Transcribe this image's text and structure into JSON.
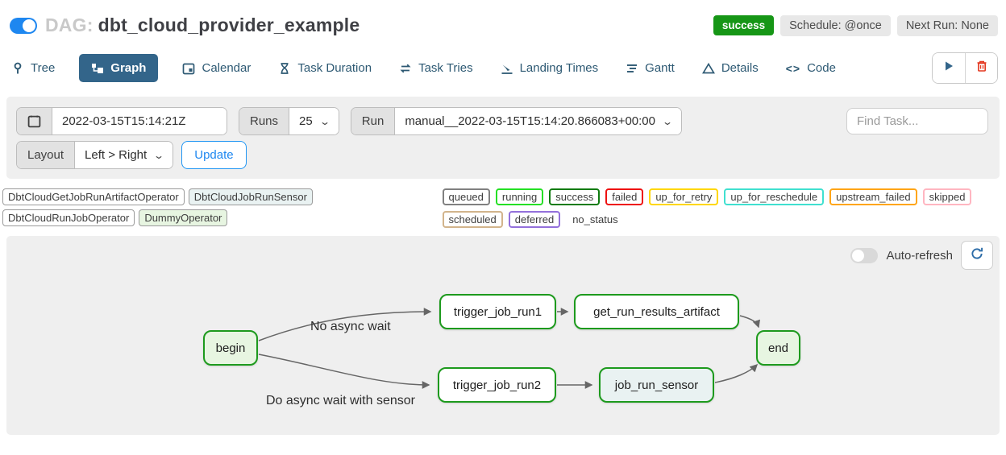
{
  "header": {
    "dag_prefix": "DAG:",
    "dag_title": "dbt_cloud_provider_example",
    "toggle_on": true,
    "status_badge": "success",
    "schedule_badge": "Schedule: @once",
    "next_run_badge": "Next Run: None"
  },
  "tabs": [
    {
      "label": "Tree",
      "active": false
    },
    {
      "label": "Graph",
      "active": true
    },
    {
      "label": "Calendar",
      "active": false
    },
    {
      "label": "Task Duration",
      "active": false
    },
    {
      "label": "Task Tries",
      "active": false
    },
    {
      "label": "Landing Times",
      "active": false
    },
    {
      "label": "Gantt",
      "active": false
    },
    {
      "label": "Details",
      "active": false
    },
    {
      "label": "Code",
      "active": false
    }
  ],
  "filters": {
    "execution_date": "2022-03-15T15:14:21Z",
    "runs_label": "Runs",
    "runs_value": "25",
    "run_label": "Run",
    "run_value": "manual__2022-03-15T15:14:20.866083+00:00",
    "find_task_placeholder": "Find Task...",
    "layout_label": "Layout",
    "layout_value": "Left > Right",
    "update_label": "Update"
  },
  "legend": {
    "operators": [
      {
        "label": "DbtCloudGetJobRunArtifactOperator",
        "fill": "#ffffff"
      },
      {
        "label": "DbtCloudJobRunSensor",
        "fill": "#e9f2f2"
      },
      {
        "label": "DbtCloudRunJobOperator",
        "fill": "#ffffff"
      },
      {
        "label": "DummyOperator",
        "fill": "#e7f5e1"
      }
    ],
    "states": [
      {
        "label": "queued",
        "border": "#808080"
      },
      {
        "label": "running",
        "border": "#25e025"
      },
      {
        "label": "success",
        "border": "#0f7b0f"
      },
      {
        "label": "failed",
        "border": "#ee1111"
      },
      {
        "label": "up_for_retry",
        "border": "#ffd700"
      },
      {
        "label": "up_for_reschedule",
        "border": "#40e0d0"
      },
      {
        "label": "upstream_failed",
        "border": "#ffa516"
      },
      {
        "label": "skipped",
        "border": "#ffb6c1"
      },
      {
        "label": "scheduled",
        "border": "#d2b48c"
      },
      {
        "label": "deferred",
        "border": "#9370db"
      },
      {
        "label": "no_status",
        "border": "transparent"
      }
    ]
  },
  "graph": {
    "auto_refresh_label": "Auto-refresh",
    "auto_refresh_on": false,
    "nodes": [
      {
        "label": "begin",
        "operator": "DummyOperator",
        "state": "success"
      },
      {
        "label": "trigger_job_run1",
        "operator": "DbtCloudRunJobOperator",
        "state": "success"
      },
      {
        "label": "get_run_results_artifact",
        "operator": "DbtCloudGetJobRunArtifactOperator",
        "state": "success"
      },
      {
        "label": "trigger_job_run2",
        "operator": "DbtCloudRunJobOperator",
        "state": "success"
      },
      {
        "label": "job_run_sensor",
        "operator": "DbtCloudJobRunSensor",
        "state": "success"
      },
      {
        "label": "end",
        "operator": "DummyOperator",
        "state": "success"
      }
    ],
    "edge_labels": [
      "No async wait",
      "Do async wait with sensor"
    ],
    "edges": [
      "begin -> trigger_job_run1",
      "begin -> trigger_job_run2",
      "trigger_job_run1 -> get_run_results_artifact",
      "trigger_job_run2 -> job_run_sensor",
      "get_run_results_artifact -> end",
      "job_run_sensor -> end"
    ]
  },
  "colors": {
    "accent_blue": "#1e87f0",
    "active_tab_bg": "#33658a",
    "success_green": "#169616",
    "node_border_green": "#1d9a1d",
    "panel_gray": "#efefef",
    "badge_gray": "#e8e8e8",
    "danger_red": "#e43921",
    "edge_gray": "#666666"
  }
}
